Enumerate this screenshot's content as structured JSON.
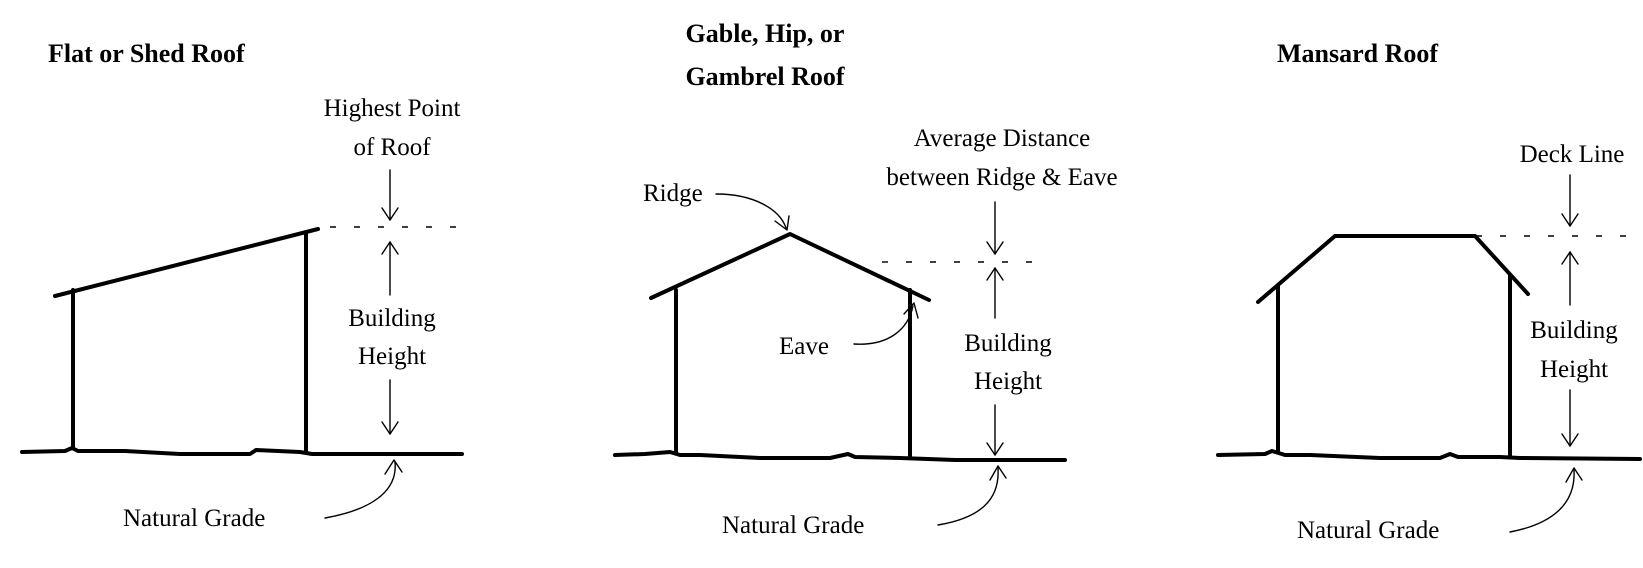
{
  "panels": {
    "flat": {
      "title": "Flat or Shed Roof",
      "top_label_line1": "Highest Point",
      "top_label_line2": "of Roof",
      "height_label_line1": "Building",
      "height_label_line2": "Height",
      "grade_label": "Natural Grade"
    },
    "gable": {
      "title_line1": "Gable, Hip, or",
      "title_line2": "Gambrel Roof",
      "top_label_line1": "Average Distance",
      "top_label_line2": "between Ridge & Eave",
      "ridge_label": "Ridge",
      "eave_label": "Eave",
      "height_label_line1": "Building",
      "height_label_line2": "Height",
      "grade_label": "Natural Grade"
    },
    "mansard": {
      "title": "Mansard Roof",
      "top_label": "Deck Line",
      "height_label_line1": "Building",
      "height_label_line2": "Height",
      "grade_label": "Natural Grade"
    }
  }
}
